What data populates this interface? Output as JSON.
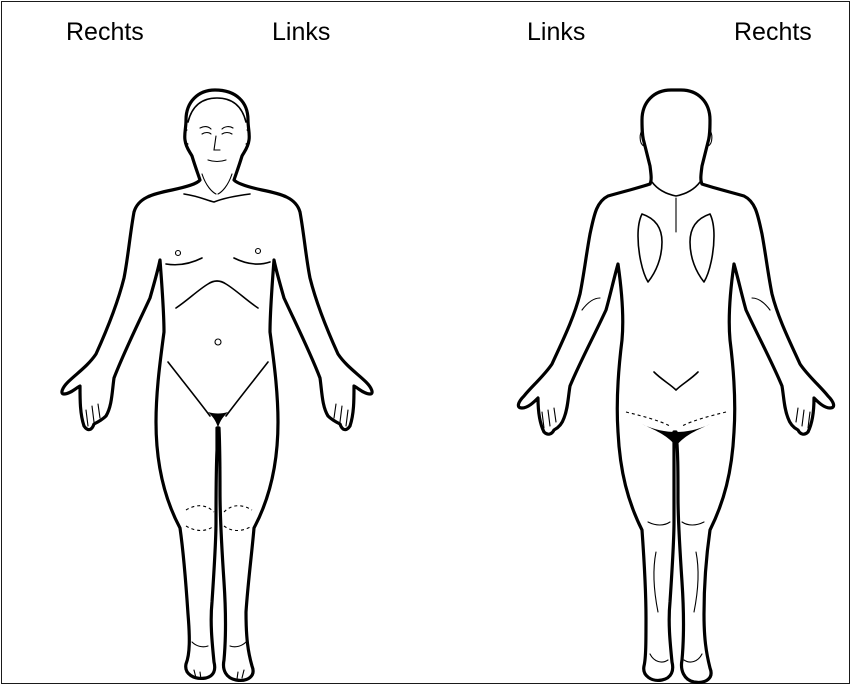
{
  "labels": {
    "front_right": "Rechts",
    "front_left": "Links",
    "back_left": "Links",
    "back_right": "Rechts"
  },
  "colors": {
    "outline": "#000000",
    "background": "#ffffff",
    "border": "#1a1a1a"
  },
  "figures": [
    {
      "view": "front"
    },
    {
      "view": "back"
    }
  ]
}
